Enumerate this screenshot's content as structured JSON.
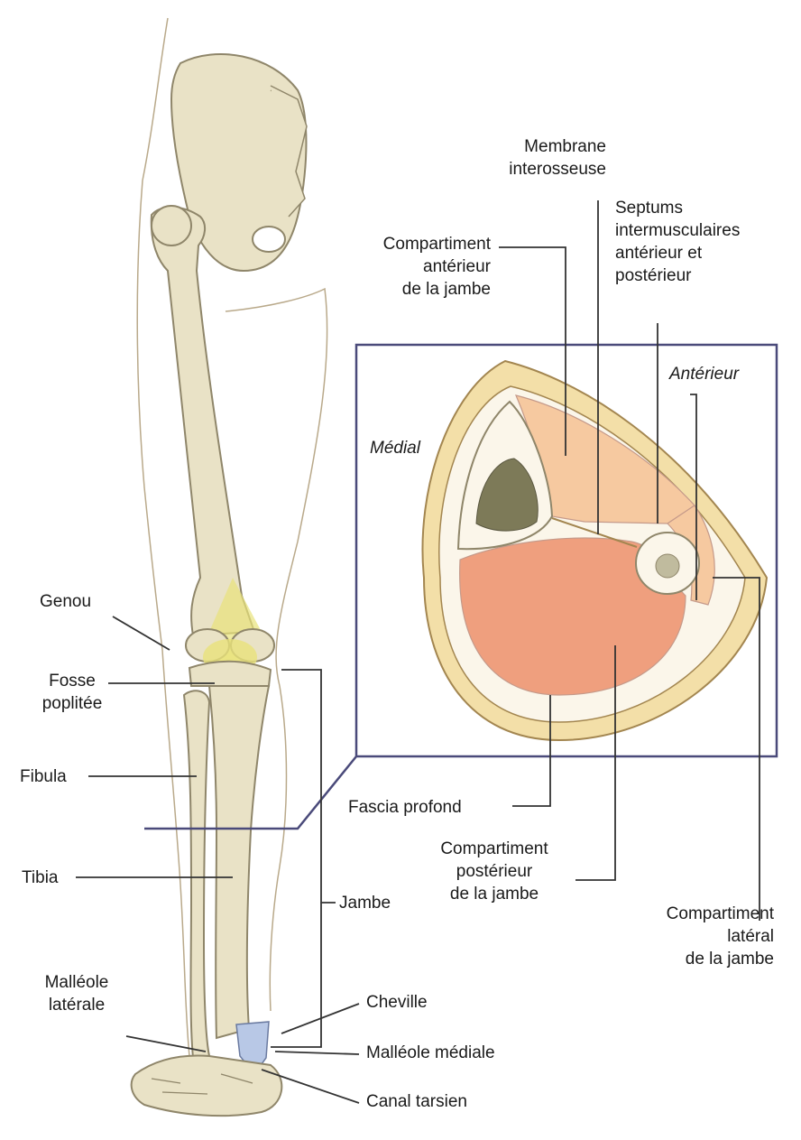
{
  "labels": {
    "membrane_interosseuse": "Membrane\ninterosseuse",
    "septums": "Septums\nintermusculaires\nantérieur et\npostérieur",
    "compartiment_anterieur": "Compartiment\nantérieur\nde la jambe",
    "anterieur": "Antérieur",
    "medial": "Médial",
    "genou": "Genou",
    "fosse_poplitee": "Fosse\npoplitée",
    "fibula": "Fibula",
    "tibia": "Tibia",
    "jambe": "Jambe",
    "fascia_profond": "Fascia profond",
    "compartiment_posterieur": "Compartiment\npostérieur\nde la jambe",
    "compartiment_lateral": "Compartiment\nlatéral\nde la jambe",
    "malleole_laterale": "Malléole\nlatérale",
    "cheville": "Cheville",
    "malleole_mediale": "Malléole médiale",
    "canal_tarsien": "Canal tarsien"
  },
  "colors": {
    "bone": "#e9e2c6",
    "bone_outline": "#8f866a",
    "knee_highlight": "#e8e27a",
    "skin_outline": "#b9a98a",
    "frame": "#4a4a7a",
    "fat_layer": "#f3dfa8",
    "fascia_outline": "#a38650",
    "compartment_light": "#f6c9a0",
    "compartment_dark": "#ef9f7e",
    "tissue_white": "#fbf6ea",
    "leader_line": "#333333"
  }
}
